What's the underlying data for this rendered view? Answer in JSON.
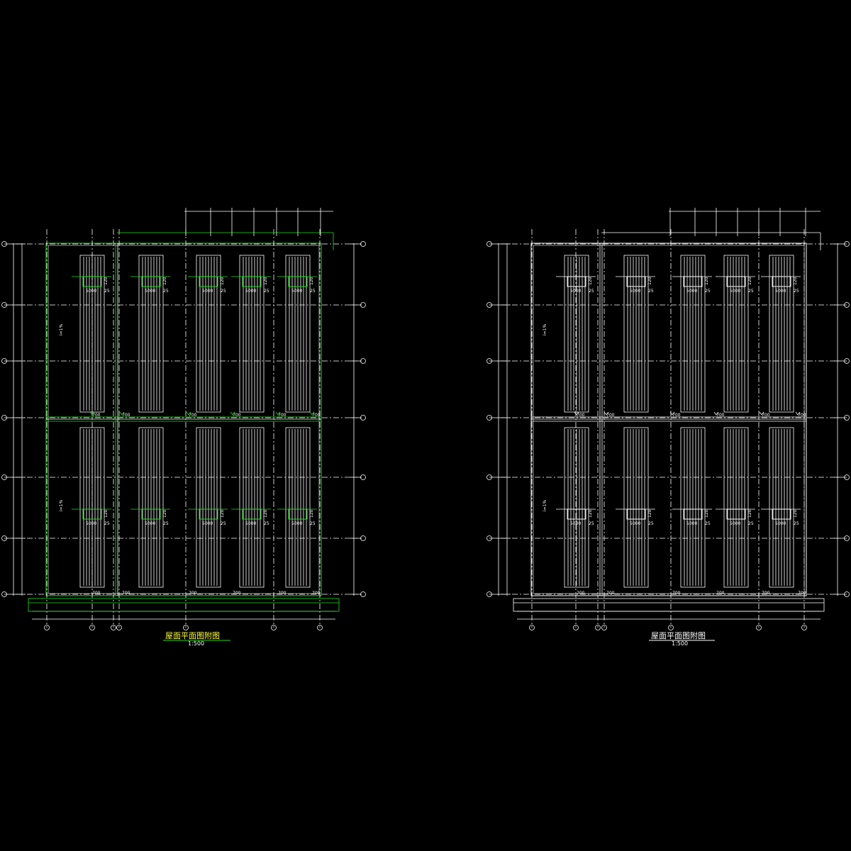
{
  "colors": {
    "background": "#000000",
    "line_white": "#ffffff",
    "line_green": "#22dd22",
    "title_yellow": "#ffff33",
    "axis_cyan": "#33ccff"
  },
  "left_plan": {
    "title": "屋面平面图附图",
    "scale": "1:500",
    "bay_labels": [
      "700",
      "700",
      "700",
      "700",
      "700",
      "700"
    ],
    "panel_dims": [
      "5000",
      "5000",
      "5000",
      "5000",
      "5000"
    ],
    "panel_sub_dims": [
      "25",
      "25",
      "25",
      "25",
      "25"
    ]
  },
  "right_plan": {
    "title": "屋面平面图附图",
    "scale": "1:500",
    "bay_labels": [
      "700",
      "700",
      "700",
      "700",
      "700",
      "700"
    ],
    "panel_dims": [
      "5000",
      "5000",
      "5000",
      "5000",
      "5000"
    ],
    "panel_sub_dims": [
      "25",
      "25",
      "25",
      "25",
      "25"
    ]
  }
}
